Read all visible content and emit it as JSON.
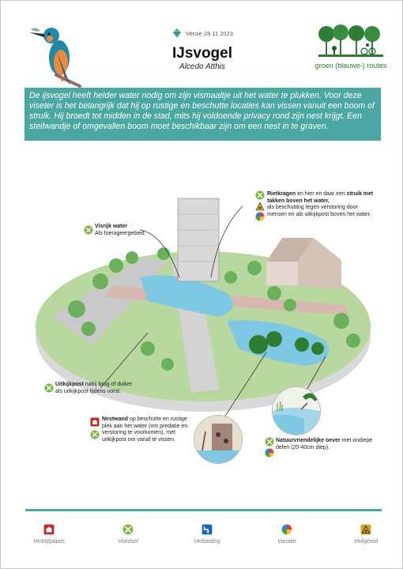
{
  "header": {
    "version": "Versie 28 11 2023",
    "title": "IJsvogel",
    "subtitle": "Alcedo Atthis",
    "logo_text": "groen (blauwe-) routes"
  },
  "intro": "De ijsvogel heeft helder water nodig om zijn vismaaltje uit het water te plukken. Voor deze viseter is het belangrijk dat hij op rustige en beschutte locaties kan vissen vanuit een boom of struik. Hij broedt tot midden in de stad, mits hij voldoende privacy rond zijn nest krijgt. Een steilwandje of omgevallen boom moet beschikbaar zijn om een nest in te graven.",
  "callouts": {
    "visrijk": {
      "title": "Visrijk water",
      "text": "Als foerageergebied."
    },
    "rietkragen": {
      "bold1": "Rietkragen",
      "text1": " en hier en daar een ",
      "bold2": "struik met takken boven het water,",
      "line2": "als beschutting tegen verstoring door",
      "line3": "mensen en als uitkijkpost boven het water."
    },
    "uitkijkpost": {
      "title": "Uitkijkpost",
      "text": " nabij brug of duiker als uitkijkpost tijdens vorst."
    },
    "nestwand": {
      "title": "Nestwand",
      "text": " op beschutte en rustige plek aan het water (om predatie en verstoring te voorkomen), met uitkijkpost om vanaf te vissen."
    },
    "oever": {
      "title": "Natuurvriendelijke oever",
      "text": " met ondiepe delen (20-40cm diep)."
    }
  },
  "legend": [
    {
      "icon": "verblijfplaats-icon",
      "label": "Verblijfplaats"
    },
    {
      "icon": "voedsel-icon",
      "label": "Voedsel"
    },
    {
      "icon": "verbinding-icon",
      "label": "Verbinding"
    },
    {
      "icon": "variatie-icon",
      "label": "Variatie"
    },
    {
      "icon": "veiligheid-icon",
      "label": "Veiligheid"
    }
  ],
  "colors": {
    "teal": "#4ba7a2",
    "voedsel": "#7cb342",
    "verblijfplaats": "#c62828",
    "verbinding": "#1565c0",
    "veiligheid": "#d4a017"
  }
}
